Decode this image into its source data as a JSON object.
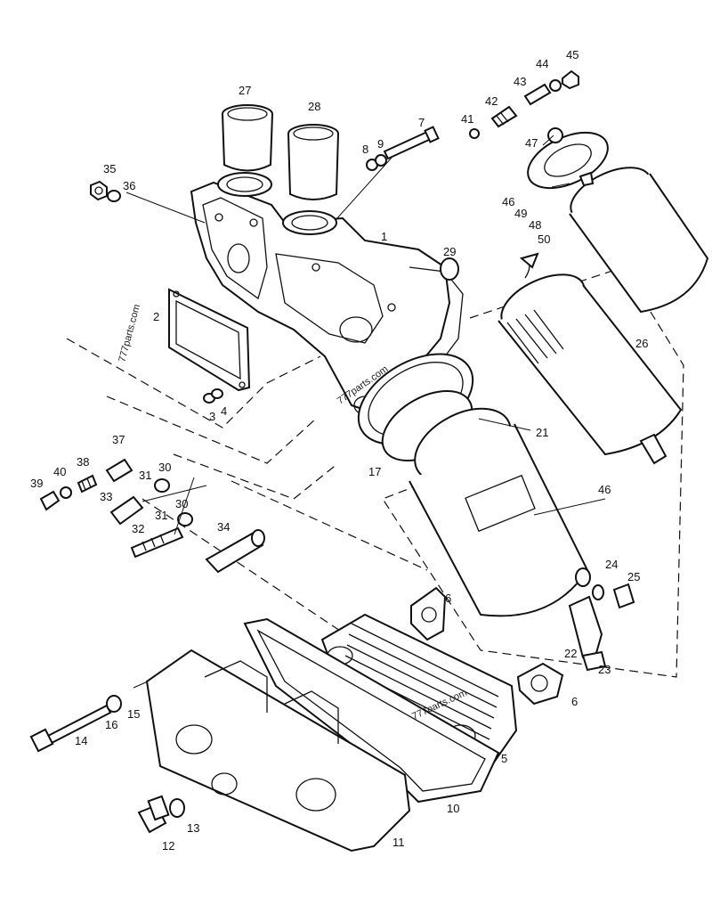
{
  "watermarks": [
    "777parts.com",
    "777parts.com",
    "777parts.com"
  ],
  "callouts": {
    "c1": "1",
    "c2": "2",
    "c3": "3",
    "c4": "4",
    "c5": "5",
    "c6a": "6",
    "c6b": "6",
    "c7": "7",
    "c8": "8",
    "c9": "9",
    "c10": "10",
    "c11": "11",
    "c12": "12",
    "c13": "13",
    "c14": "14",
    "c15": "15",
    "c16": "16",
    "c17": "17",
    "c21": "21",
    "c22": "22",
    "c23": "23",
    "c24": "24",
    "c25": "25",
    "c26": "26",
    "c27": "27",
    "c28": "28",
    "c29": "29",
    "c30a": "30",
    "c30b": "30",
    "c31a": "31",
    "c31b": "31",
    "c32": "32",
    "c33": "33",
    "c34": "34",
    "c35": "35",
    "c36": "36",
    "c37": "37",
    "c38": "38",
    "c39": "39",
    "c40": "40",
    "c41": "41",
    "c42": "42",
    "c43": "43",
    "c44": "44",
    "c45": "45",
    "c46a": "46",
    "c46b": "46",
    "c47": "47",
    "c48": "48",
    "c49": "49",
    "c50": "50"
  }
}
